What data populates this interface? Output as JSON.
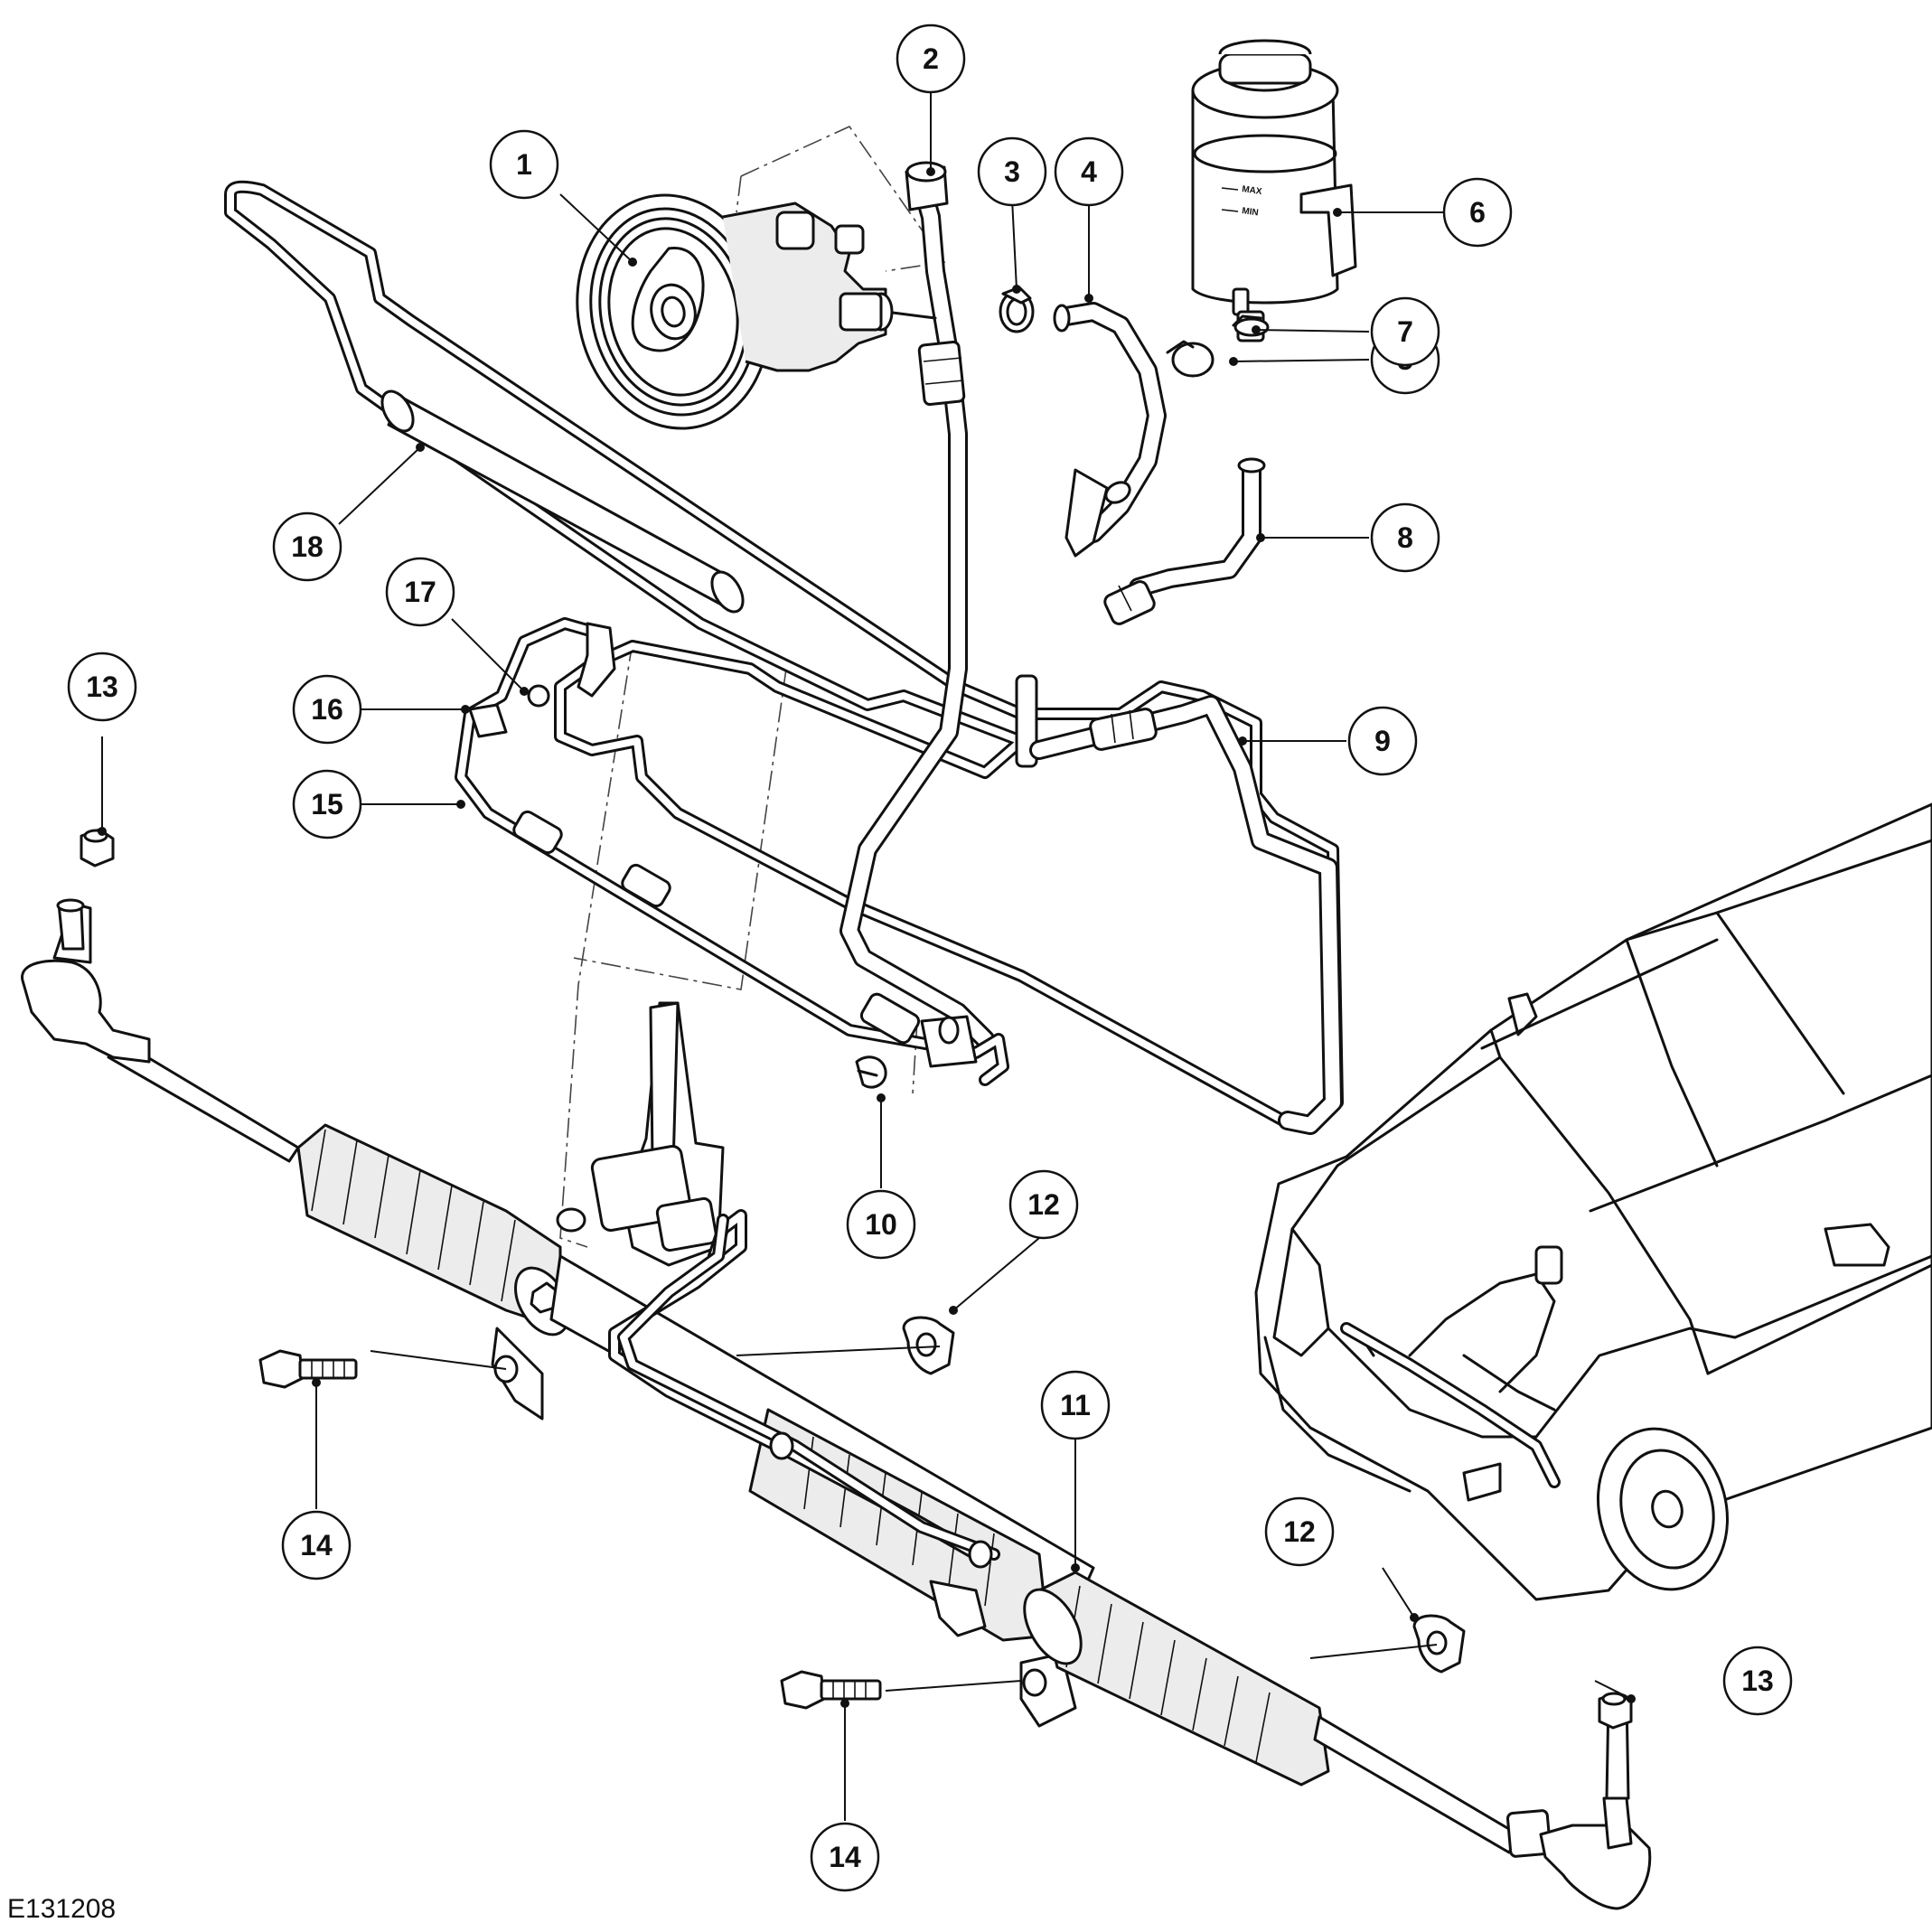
{
  "figure_reference": "E131208",
  "reservoir_label_max": "MAX",
  "reservoir_label_min": "MIN",
  "callouts": [
    {
      "id": "c1",
      "label": "1"
    },
    {
      "id": "c2",
      "label": "2"
    },
    {
      "id": "c3",
      "label": "3"
    },
    {
      "id": "c4",
      "label": "4"
    },
    {
      "id": "c5",
      "label": "5"
    },
    {
      "id": "c6",
      "label": "6"
    },
    {
      "id": "c7",
      "label": "7"
    },
    {
      "id": "c8",
      "label": "8"
    },
    {
      "id": "c9",
      "label": "9"
    },
    {
      "id": "c10",
      "label": "10"
    },
    {
      "id": "c11",
      "label": "11"
    },
    {
      "id": "c12a",
      "label": "12"
    },
    {
      "id": "c12b",
      "label": "12"
    },
    {
      "id": "c13a",
      "label": "13"
    },
    {
      "id": "c13b",
      "label": "13"
    },
    {
      "id": "c14a",
      "label": "14"
    },
    {
      "id": "c14b",
      "label": "14"
    },
    {
      "id": "c15",
      "label": "15"
    },
    {
      "id": "c16",
      "label": "16"
    },
    {
      "id": "c17",
      "label": "17"
    },
    {
      "id": "c18",
      "label": "18"
    }
  ]
}
